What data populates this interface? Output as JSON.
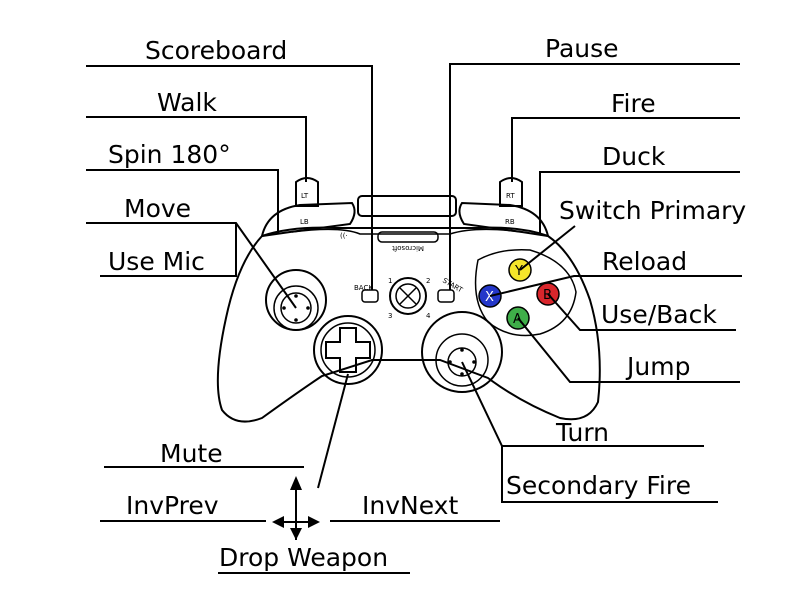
{
  "labels": {
    "scoreboard": "Scoreboard",
    "walk": "Walk",
    "spin": "Spin 180°",
    "move": "Move",
    "use_mic": "Use Mic",
    "pause": "Pause",
    "fire": "Fire",
    "duck": "Duck",
    "switch_primary": "Switch Primary",
    "reload": "Reload",
    "use_back": "Use/Back",
    "jump": "Jump",
    "turn": "Turn",
    "secondary_fire": "Secondary Fire",
    "mute": "Mute",
    "inv_prev": "InvPrev",
    "inv_next": "InvNext",
    "drop_weapon": "Drop Weapon"
  },
  "controller": {
    "lt": "LT",
    "lb": "LB",
    "rt": "RT",
    "rb": "RB",
    "back": "BACK",
    "start": "START",
    "brand": "Microsoft",
    "quadrants": [
      "1",
      "2",
      "3",
      "4"
    ]
  },
  "face_buttons": {
    "y": {
      "letter": "Y",
      "color": "#f5e52a"
    },
    "x": {
      "letter": "X",
      "color": "#2437c9"
    },
    "b": {
      "letter": "B",
      "color": "#d9262c"
    },
    "a": {
      "letter": "A",
      "color": "#3fae49"
    }
  }
}
